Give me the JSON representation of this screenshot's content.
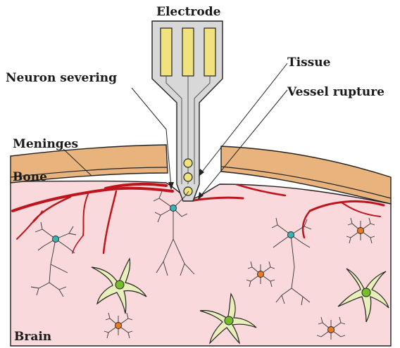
{
  "labels": {
    "electrode": "Electrode",
    "tissue": "Tissue",
    "neuron_severing": "Neuron severing",
    "vessel_rupture": "Vessel rupture",
    "meninges": "Meninges",
    "bone": "Bone",
    "brain": "Brain"
  },
  "colors": {
    "brain": "#f9d9dc",
    "bone": "#e9b37d",
    "electrode_body": "#d8d8d8",
    "electrode_pad": "#f2e27e",
    "vessel": "#c0141d",
    "neuron_body": "#38b4b8",
    "astrocyte_fill": "#e8efba",
    "astrocyte_nucleus": "#76bc2c",
    "microglia_nucleus": "#ec7a1e"
  }
}
